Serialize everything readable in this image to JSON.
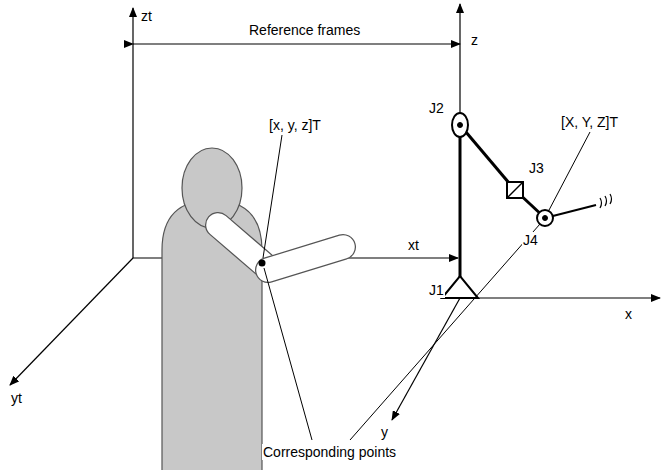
{
  "diagram": {
    "labels": [
      "Reference frames",
      "zt",
      "xt",
      "yt",
      "[x, y, z]T",
      "z",
      "J2",
      "J3",
      "[X, Y, Z]T",
      "J4",
      "J1",
      "x",
      "y",
      "Corresponding points"
    ]
  }
}
